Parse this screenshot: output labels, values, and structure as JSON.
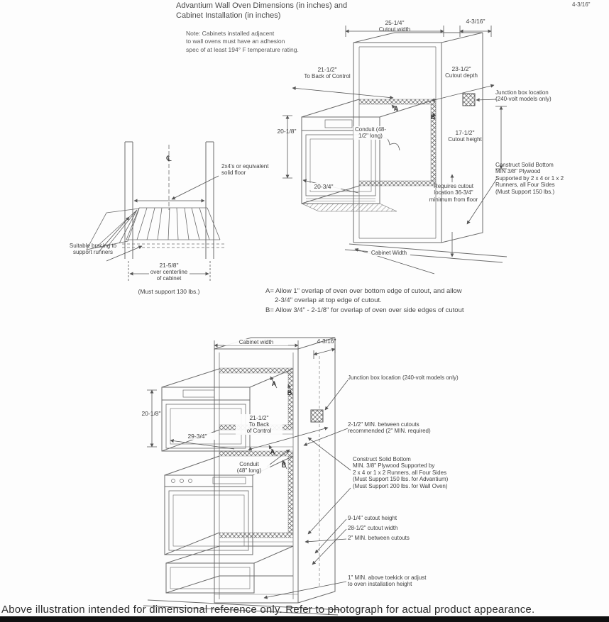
{
  "header": {
    "title_line1": "Advantium Wall Oven Dimensions (in inches) and",
    "title_line2": "Cabinet Installation (in inches)",
    "corner_fragment": "4-3/16\""
  },
  "note": {
    "line1": "Note: Cabinets installed adjacent",
    "line2": "to wall ovens must have an adhesion",
    "line3": "spec of at least 194° F temperature rating."
  },
  "top_diagram": {
    "cutout_width_value": "25-1/4\"",
    "cutout_width_label": "Cutout width",
    "top_depth_value": "4-3/16\"",
    "control_value": "21-1/2\"",
    "control_label": "To Back of Control",
    "cutout_depth_value": "23-1/2\"",
    "cutout_depth_label": "Cutout depth",
    "junction_box_label": "Junction box location (240-volt models only)",
    "oven_height_value": "20-1/8\"",
    "conduit_label": "Conduit (48-1/2\" long)",
    "letter_a": "A",
    "letter_b": "B",
    "cutout_height_value": "17-1/2\"",
    "cutout_height_label": "Cutout height",
    "solid_bottom_label": "Construct Solid Bottom MIN 3/8\" Plywood Supported by 2 x 4 or 1 x 2 Runners, all Four Sides (Must Support 150 lbs.)",
    "cutout_location_label": "Requires cutout location 36-3/4\" minimum from floor",
    "front_depth_value": "20-3/4\"",
    "cabinet_width_label": "Cabinet Width"
  },
  "left_diagram": {
    "centerline_symbol": "℄",
    "solid_floor_label": "2x4's or equivalent solid floor",
    "bracing_label": "Suitable bracing to support runners",
    "centerline_value": "21-5/8\"",
    "centerline_label1": "over centerline",
    "centerline_label2": "of cabinet",
    "support_label": "(Must support 130 lbs.)"
  },
  "overlap_notes": {
    "line_a": "A= Allow 1\" overlap of oven over bottom edge of cutout, and allow",
    "line_a2": "2-3/4\" overlap at top edge of cutout.",
    "line_b": "B= Allow 3/4\" - 2-1/8\" for overlap of oven over side edges of cutout"
  },
  "bottom_diagram": {
    "cabinet_width_label": "Cabinet width",
    "top_depth_value": "4-3/16\"",
    "junction_box_label": "Junction box location (240-volt models only)",
    "oven_height_value": "20-1/8\"",
    "control_value": "21-1/2\"",
    "control_label1": "To Back",
    "control_label2": "of Control",
    "oven_width_value": "29-3/4\"",
    "conduit_label1": "Conduit",
    "conduit_label2": "(48\" long)",
    "letter_a": "A",
    "letter_b": "B",
    "between_cutouts_line1": "2-1/2\" MIN. between cutouts",
    "between_cutouts_line2": "recommended (2\" MIN. required)",
    "solid_bottom_line1": "Construct Solid Bottom",
    "solid_bottom_line2": "MIN. 3/8\" Plywood Supported by",
    "solid_bottom_line3": "2 x 4 or 1 x 2 Runners, all Four Sides",
    "solid_bottom_line4": "(Must Support 150 lbs. for Advantium)",
    "solid_bottom_line5": "(Must Support 200 lbs. for Wall Oven)",
    "drawer_cutout_height_label": "9-1/4\" cutout height",
    "drawer_cutout_width_label": "28-1/2\" cutout width",
    "min_between_label": "2\" MIN. between cutouts",
    "toekick_line1": "1\" MIN. above toekick or adjust",
    "toekick_line2": "to oven installation height"
  },
  "footer": {
    "text": "Above illustration intended for dimensional reference only. Refer to photograph for actual product appearance."
  }
}
